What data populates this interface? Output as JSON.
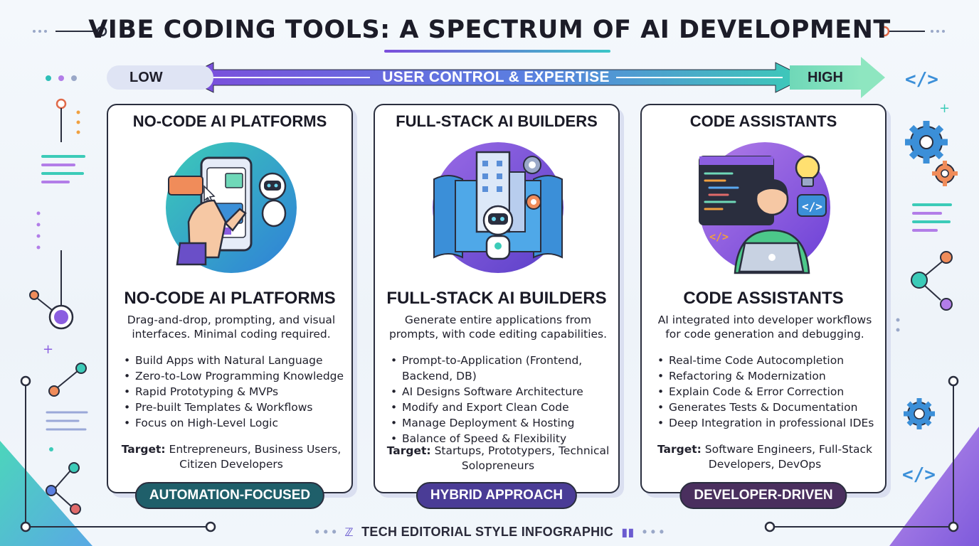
{
  "title": "VIBE CODING TOOLS: A SPECTRUM OF AI DEVELOPMENT",
  "spectrum": {
    "low": "LOW",
    "label": "USER CONTROL & EXPERTISE",
    "high": "HIGH"
  },
  "colors": {
    "purple": "#7c4ddc",
    "teal": "#2fbfb8",
    "green": "#6fd8b8",
    "navy": "#2a2e3e"
  },
  "cards": [
    {
      "title": "NO-CODE AI PLATFORMS",
      "heading": "NO-CODE AI PLATFORMS",
      "description": "Drag-and-drop, prompting, and visual interfaces. Minimal coding required.",
      "bullets": [
        "Build Apps with Natural Language",
        "Zero-to-Low Programming Knowledge",
        "Rapid Prototyping & MVPs",
        "Pre-built Templates & Workflows",
        "Focus on High-Level Logic"
      ],
      "target_label": "Target:",
      "target_text": "Entrepreneurs, Business Users, Citizen Developers",
      "badge": "AUTOMATION-FOCUSED",
      "badge_color": "#1f5f6a",
      "icon": "phone-robot-illustration"
    },
    {
      "title": "FULL-STACK AI BUILDERS",
      "heading": "FULL-STACK AI BUILDERS",
      "description": "Generate entire applications from prompts, with code editing capabilities.",
      "bullets": [
        "Prompt-to-Application (Frontend, Backend, DB)",
        "AI Designs Software Architecture",
        "Modify and Export Clean Code",
        "Manage Deployment & Hosting",
        "Balance of Speed & Flexibility"
      ],
      "target_label": "Target:",
      "target_text": "Startups, Prototypers, Technical Solopreneurs",
      "badge": "HYBRID APPROACH",
      "badge_color": "#4a3c96",
      "icon": "building-robot-illustration"
    },
    {
      "title": "CODE ASSISTANTS",
      "heading": "CODE ASSISTANTS",
      "description": "AI integrated into developer workflows for code generation and debugging.",
      "bullets": [
        "Real-time Code Autocompletion",
        "Refactoring & Modernization",
        "Explain Code & Error Correction",
        "Generates Tests & Documentation",
        "Deep Integration in professional IDEs"
      ],
      "target_label": "Target:",
      "target_text": "Software Engineers, Full-Stack Developers, DevOps",
      "badge": "DEVELOPER-DRIVEN",
      "badge_color": "#4a2f5e",
      "icon": "developer-laptop-illustration"
    }
  ],
  "footer": "TECH EDITORIAL STYLE INFOGRAPHIC"
}
